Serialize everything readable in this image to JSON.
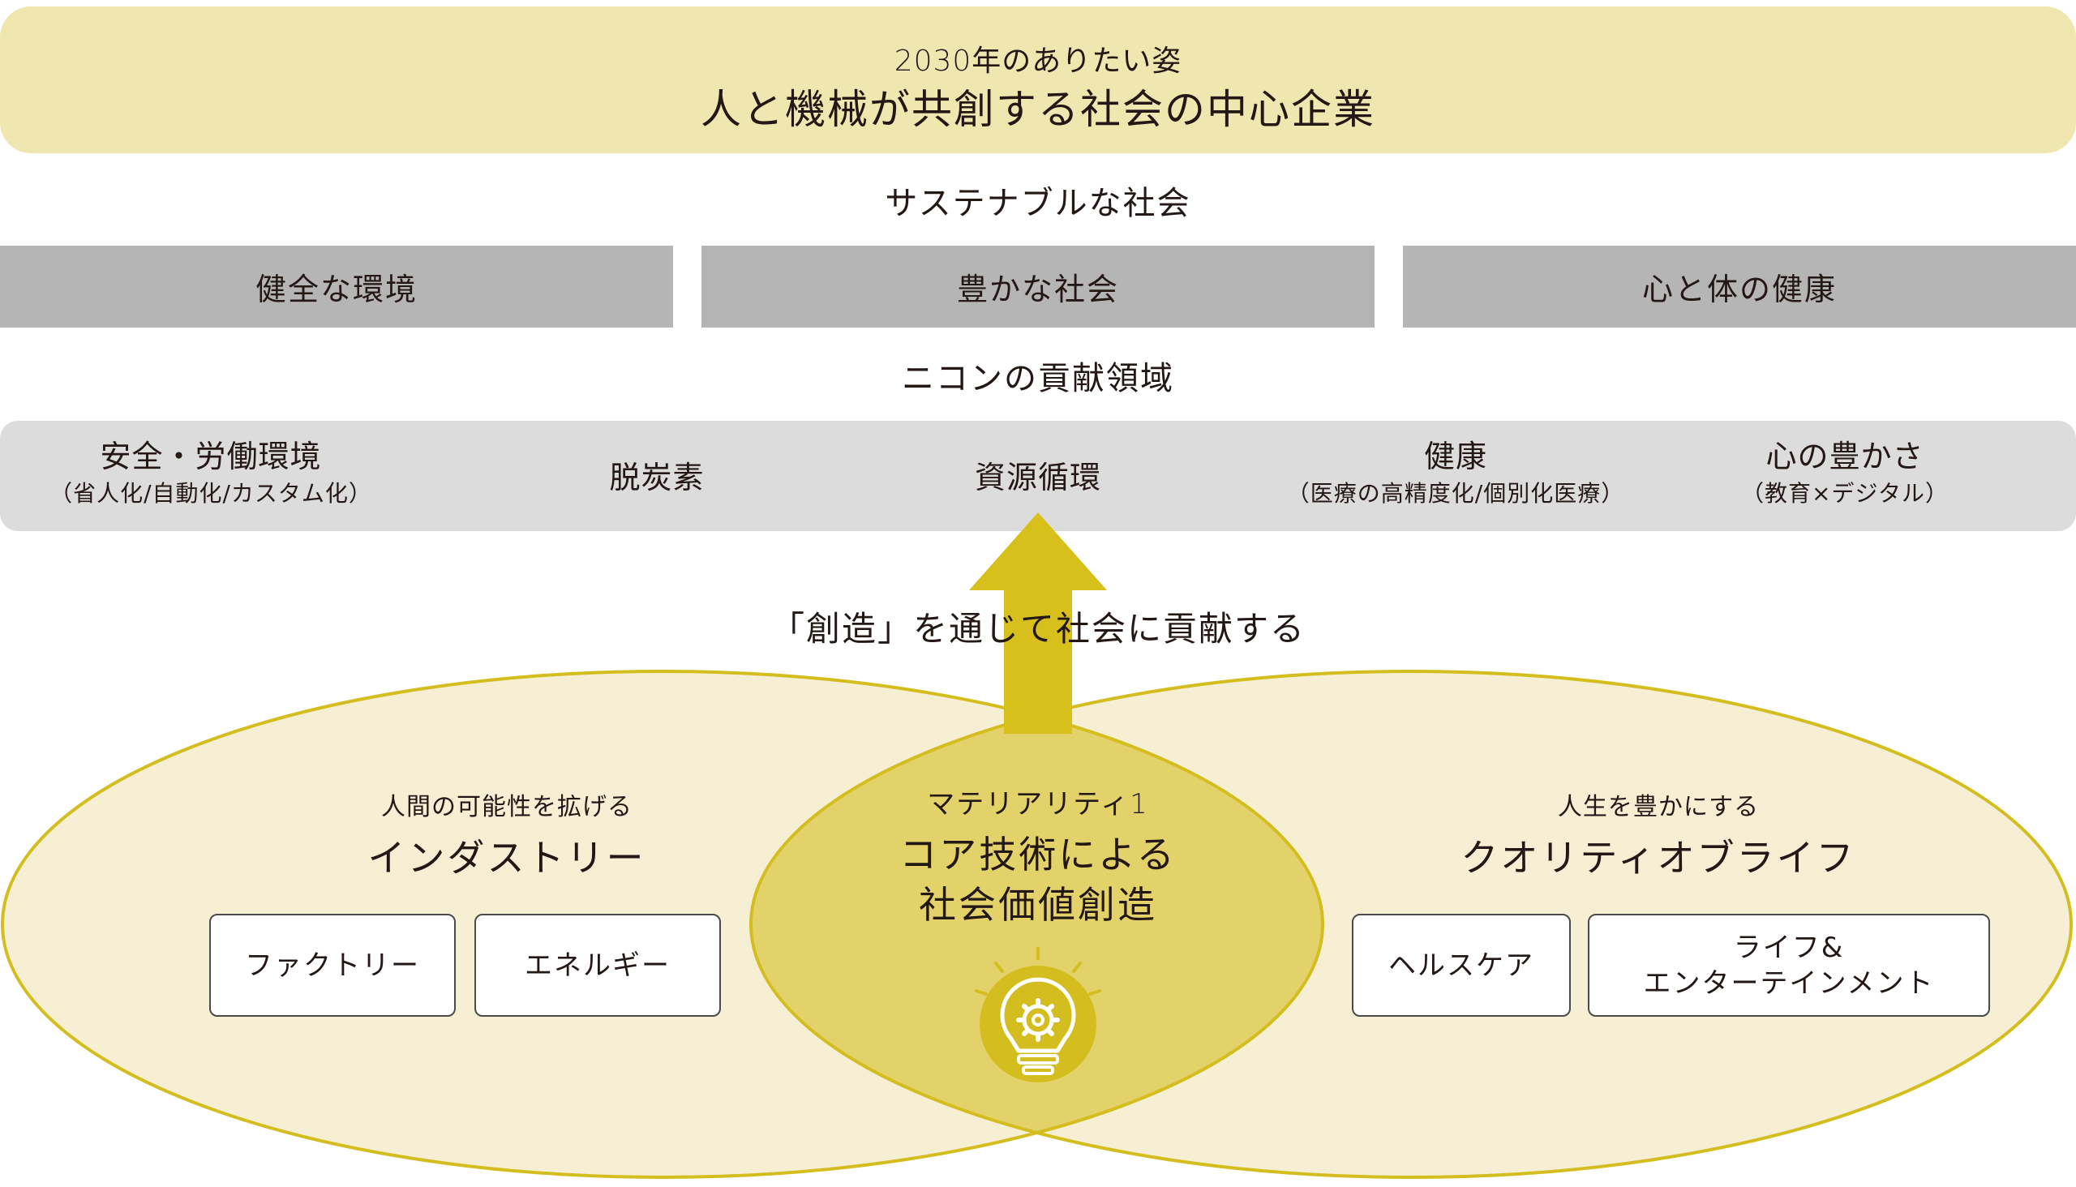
{
  "vision": {
    "subtitle": "2030年のありたい姿",
    "title": "人と機械が共創する社会の中心企業"
  },
  "sustainable": {
    "heading": "サステナブルな社会",
    "pillars": [
      "健全な環境",
      "豊かな社会",
      "心と体の健康"
    ]
  },
  "contribution": {
    "heading": "ニコンの貢献領域",
    "areas": [
      {
        "main": "安全・労働環境",
        "sub": "（省人化/自動化/カスタム化）"
      },
      {
        "main": "脱炭素",
        "sub": ""
      },
      {
        "main": "資源循環",
        "sub": ""
      },
      {
        "main": "健康",
        "sub": "（医療の高精度化/個別化医療）"
      },
      {
        "main": "心の豊かさ",
        "sub": "（教育×デジタル）"
      }
    ]
  },
  "arrow_caption": "「創造」を通じて社会に貢献する",
  "left_group": {
    "label": "人間の可能性を拡げる",
    "title": "インダストリー",
    "boxes": [
      "ファクトリー",
      "エネルギー"
    ]
  },
  "right_group": {
    "label": "人生を豊かにする",
    "title": "クオリティオブライフ",
    "boxes": [
      "ヘルスケア",
      "ライフ&",
      "エンターテインメント"
    ]
  },
  "core": {
    "label": "マテリアリティ1",
    "title_line1": "コア技術による",
    "title_line2": "社会価値創造",
    "icon": "lightbulb-gear-icon"
  },
  "colors": {
    "banner": "#f0e6b0",
    "pillar_gray": "#b5b5b5",
    "band_gray": "#dcdcdc",
    "ellipse_fill": "#f6efd4",
    "ellipse_stroke": "#d4bd1e",
    "core_fill": "#e3d26a",
    "arrow": "#d8c01c"
  }
}
